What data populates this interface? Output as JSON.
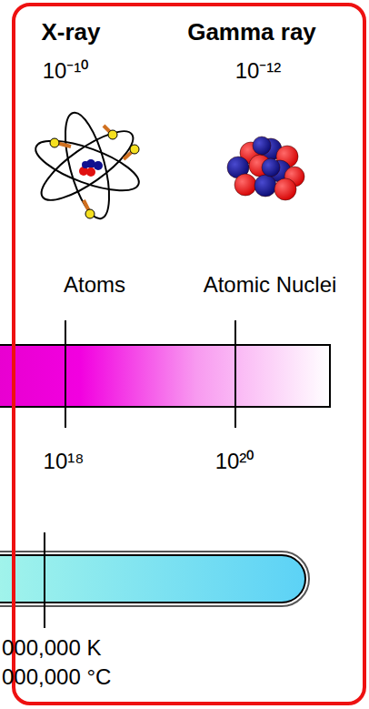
{
  "diagram": {
    "labels": [
      "X-ray",
      "Gamma ray",
      "10⁻¹⁰",
      "10⁻¹²",
      "Atoms",
      "Atomic Nuclei",
      "10¹⁸",
      "10²⁰",
      "000,000 K",
      "000,000 °C"
    ]
  }
}
